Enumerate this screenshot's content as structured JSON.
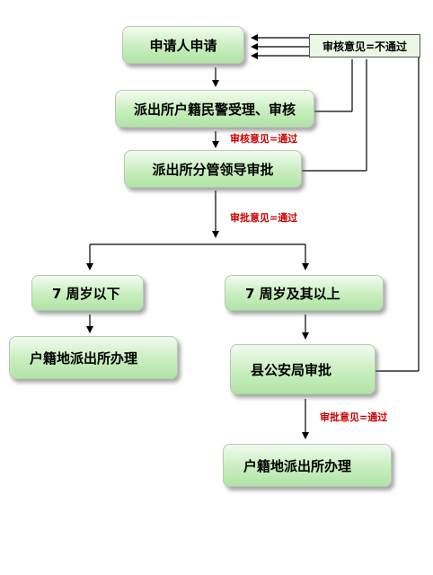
{
  "nodes": {
    "applicant": "申请人申请",
    "police_review": "派出所户籍民警受理、审核",
    "leader_approval": "派出所分管领导审批",
    "under7": "7 周岁以下",
    "over7": "7 周岁及其以上",
    "local_station_left": "户籍地派出所办理",
    "county_bureau": "县公安局审批",
    "local_station_right": "户籍地派出所办理"
  },
  "labels": {
    "rejected": "审核意见=不通过",
    "review_pass": "审核意见=通过",
    "approve_pass_1": "审批意见=通过",
    "approve_pass_2": "审批意见=通过"
  },
  "colors": {
    "node_fill": "#c8eebe",
    "pass_text": "#cc0000",
    "line": "#000000"
  }
}
